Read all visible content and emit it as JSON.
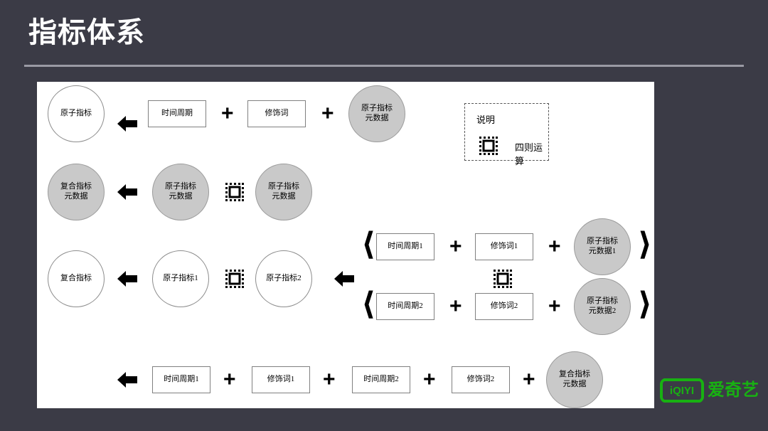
{
  "header": {
    "title": "指标体系",
    "rule_color": "#9a9aa4",
    "background_color": "#3b3b46"
  },
  "canvas": {
    "background_color": "#ffffff"
  },
  "legend": {
    "title": "说明",
    "items": [
      {
        "icon": "arithmetic-operation-icon",
        "label": "四则运算"
      }
    ]
  },
  "diagram": {
    "operator_plus": "+",
    "bracket_open": "⟨",
    "bracket_close": "⟩",
    "rows": [
      {
        "id": "row-atomic-metric",
        "result": "原子指标",
        "terms": [
          "时间周期",
          "修饰词",
          "原子指标\n元数据"
        ]
      },
      {
        "id": "row-composite-metadata",
        "result": "复合指标\n元数据",
        "terms": [
          "原子指标\n元数据",
          "原子指标\n元数据"
        ]
      },
      {
        "id": "row-composite-metric",
        "result": "复合指标",
        "terms": [
          "原子指标1",
          "原子指标2"
        ]
      },
      {
        "id": "row-expansion-1",
        "terms": [
          "时间周期1",
          "修饰词1",
          "原子指标\n元数据1"
        ]
      },
      {
        "id": "row-expansion-2",
        "terms": [
          "时间周期2",
          "修饰词2",
          "原子指标\n元数据2"
        ]
      },
      {
        "id": "row-flattened",
        "terms": [
          "时间周期1",
          "修饰词1",
          "时间周期2",
          "修饰词2",
          "复合指标\n元数据"
        ]
      }
    ]
  },
  "nodes": {
    "r1_result": "原子指标",
    "r1_t1": "时间周期",
    "r1_t2": "修饰词",
    "r1_t3_l1": "原子指标",
    "r1_t3_l2": "元数据",
    "r2_result_l1": "复合指标",
    "r2_result_l2": "元数据",
    "r2_t1_l1": "原子指标",
    "r2_t1_l2": "元数据",
    "r2_t2_l1": "原子指标",
    "r2_t2_l2": "元数据",
    "r3_result": "复合指标",
    "r3_t1": "原子指标1",
    "r3_t2": "原子指标2",
    "r4_t1": "时间周期1",
    "r4_t2": "修饰词1",
    "r4_t3_l1": "原子指标",
    "r4_t3_l2": "元数据1",
    "r5_t1": "时间周期2",
    "r5_t2": "修饰词2",
    "r5_t3_l1": "原子指标",
    "r5_t3_l2": "元数据2",
    "r6_t1": "时间周期1",
    "r6_t2": "修饰词1",
    "r6_t3": "时间周期2",
    "r6_t4": "修饰词2",
    "r6_t5_l1": "复合指标",
    "r6_t5_l2": "元数据"
  },
  "branding": {
    "logo_text": "爱奇艺",
    "logo_mark_text": "iQIYI",
    "logo_color": "#18b112"
  }
}
